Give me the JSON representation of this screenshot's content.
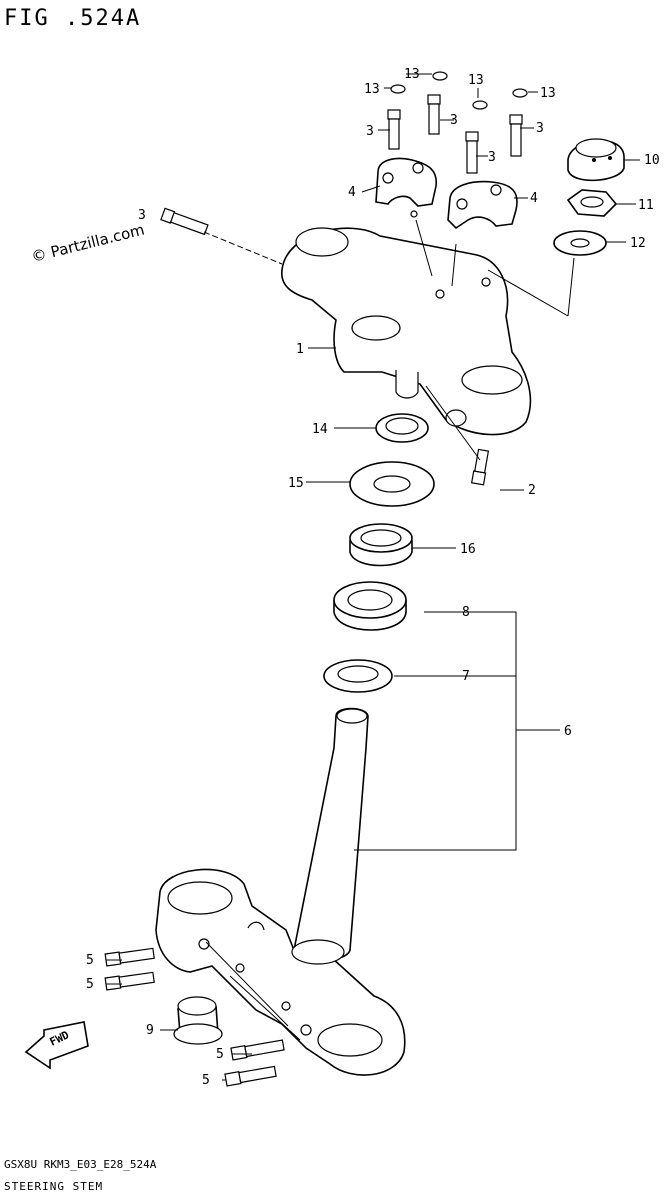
{
  "figure_title": "FIG .524A",
  "watermark": "© Partzilla.com",
  "footer_code": "GSX8U RKM3_E03_E28_524A",
  "footer_name": "STEERING STEM",
  "callouts": [
    {
      "id": "c1",
      "text": "1"
    },
    {
      "id": "c2",
      "text": "2"
    },
    {
      "id": "c3a",
      "text": "3"
    },
    {
      "id": "c3b",
      "text": "3"
    },
    {
      "id": "c3c",
      "text": "3"
    },
    {
      "id": "c3d",
      "text": "3"
    },
    {
      "id": "c3e",
      "text": "3"
    },
    {
      "id": "c4a",
      "text": "4"
    },
    {
      "id": "c4b",
      "text": "4"
    },
    {
      "id": "c5a",
      "text": "5"
    },
    {
      "id": "c5b",
      "text": "5"
    },
    {
      "id": "c5c",
      "text": "5"
    },
    {
      "id": "c5d",
      "text": "5"
    },
    {
      "id": "c6",
      "text": "6"
    },
    {
      "id": "c7",
      "text": "7"
    },
    {
      "id": "c8",
      "text": "8"
    },
    {
      "id": "c9",
      "text": "9"
    },
    {
      "id": "c10",
      "text": "10"
    },
    {
      "id": "c11",
      "text": "11"
    },
    {
      "id": "c12",
      "text": "12"
    },
    {
      "id": "c13a",
      "text": "13"
    },
    {
      "id": "c13b",
      "text": "13"
    },
    {
      "id": "c13c",
      "text": "13"
    },
    {
      "id": "c13d",
      "text": "13"
    },
    {
      "id": "c14",
      "text": "14"
    },
    {
      "id": "c15",
      "text": "15"
    },
    {
      "id": "c16",
      "text": "16"
    }
  ],
  "fwd_arrow_text": "FWD"
}
